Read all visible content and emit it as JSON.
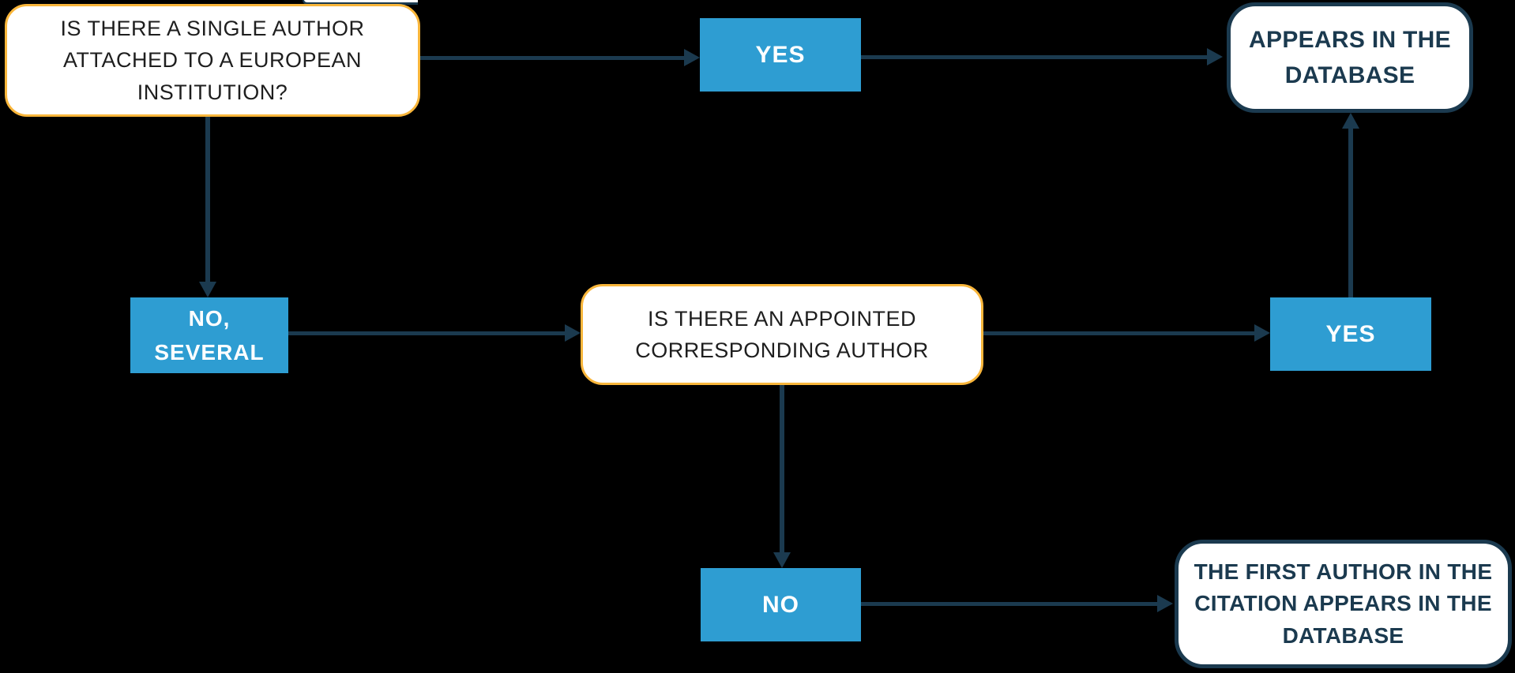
{
  "colors": {
    "answer_blue": "#2E9DD2",
    "navy": "#1B3A4F",
    "question_border": "#F9B63B",
    "box_bg": "#FFFFFF",
    "question_text": "#1E1E1E",
    "background": "#000000"
  },
  "nodes": {
    "q_single_author": {
      "label": "IS THERE A SINGLE AUTHOR ATTACHED TO A EUROPEAN INSTITUTION?",
      "type": "question"
    },
    "yes_top": {
      "label": "YES",
      "type": "answer"
    },
    "appears_in_database": {
      "label": "APPEARS IN THE DATABASE",
      "type": "result"
    },
    "no_several": {
      "label": "NO, SEVERAL",
      "type": "answer"
    },
    "q_corresponding_author": {
      "label": "IS THERE AN APPOINTED CORRESPONDING AUTHOR",
      "type": "question"
    },
    "yes_right": {
      "label": "YES",
      "type": "answer"
    },
    "no_bottom": {
      "label": "NO",
      "type": "answer"
    },
    "first_author_in_database": {
      "label": "THE FIRST AUTHOR IN THE CITATION APPEARS IN THE DATABASE",
      "type": "result"
    }
  },
  "edges": [
    {
      "from": "q_single_author",
      "to": "yes_top"
    },
    {
      "from": "yes_top",
      "to": "appears_in_database"
    },
    {
      "from": "q_single_author",
      "to": "no_several"
    },
    {
      "from": "no_several",
      "to": "q_corresponding_author"
    },
    {
      "from": "q_corresponding_author",
      "to": "yes_right"
    },
    {
      "from": "yes_right",
      "to": "appears_in_database"
    },
    {
      "from": "q_corresponding_author",
      "to": "no_bottom"
    },
    {
      "from": "no_bottom",
      "to": "first_author_in_database"
    }
  ]
}
